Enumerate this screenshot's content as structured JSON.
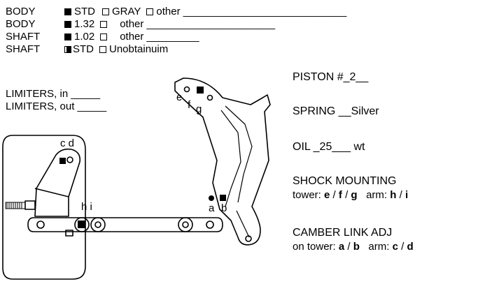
{
  "setup": {
    "rows": [
      {
        "label": "BODY",
        "opt1": "STD",
        "opt1_checked": true,
        "opt2": "GRAY",
        "opt2_checked": false,
        "opt3": "other ____________________________",
        "opt3_checked": false
      },
      {
        "label": "BODY",
        "opt1": "1.32",
        "opt1_checked": true,
        "opt2": "other ______________________",
        "opt2_checked": false
      },
      {
        "label": "SHAFT",
        "opt1": "1.02",
        "opt1_checked": true,
        "opt2": "other _________",
        "opt2_checked": false
      },
      {
        "label": "SHAFT",
        "opt1": "STD",
        "opt1_checked": "partial",
        "opt2": "Unobtainuim",
        "opt2_checked": false
      }
    ],
    "limiters_in": "LIMITERS, in _____",
    "limiters_out": "LIMITERS, out _____"
  },
  "specs": {
    "piston": "PISTON #_2__",
    "spring": "SPRING __Silver",
    "oil": "OIL _25___ wt",
    "shock_mounting_title": "SHOCK MOUNTING",
    "tower_label": "tower:",
    "tower_e": "e",
    "tower_f": "f",
    "tower_g": "g",
    "arm_label": "arm:",
    "arm_h": "h",
    "arm_i": "i",
    "camber_title": "CAMBER LINK ADJ",
    "on_tower_label": "on tower:",
    "camber_a": "a",
    "camber_b": "b",
    "camber_c": "c",
    "camber_d": "d",
    "slash": "/"
  },
  "diagram": {
    "label_cd": "c d",
    "label_e": "e",
    "label_f": "f",
    "label_g": "g",
    "label_hi": "h i",
    "label_a": "a",
    "label_b": "b"
  }
}
